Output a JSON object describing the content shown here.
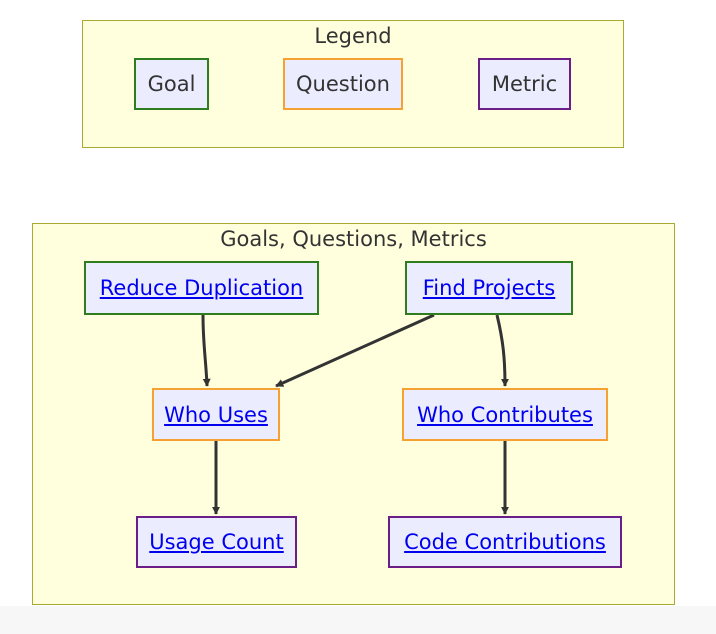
{
  "legend": {
    "title": "Legend",
    "goal_label": "Goal",
    "question_label": "Question",
    "metric_label": "Metric"
  },
  "gqm": {
    "title": "Goals, Questions, Metrics",
    "goals": [
      "Reduce Duplication",
      "Find Projects"
    ],
    "questions": [
      "Who Uses",
      "Who Contributes"
    ],
    "metrics": [
      "Usage Count",
      "Code Contributions"
    ]
  },
  "colors": {
    "cluster_fill": "#ffffde",
    "cluster_border": "#aaaa33",
    "node_fill": "#ececff",
    "goal_border": "#2e7d1f",
    "question_border": "#f5a233",
    "metric_border": "#6b1f86",
    "link": "#0000ee",
    "edge": "#333333"
  }
}
